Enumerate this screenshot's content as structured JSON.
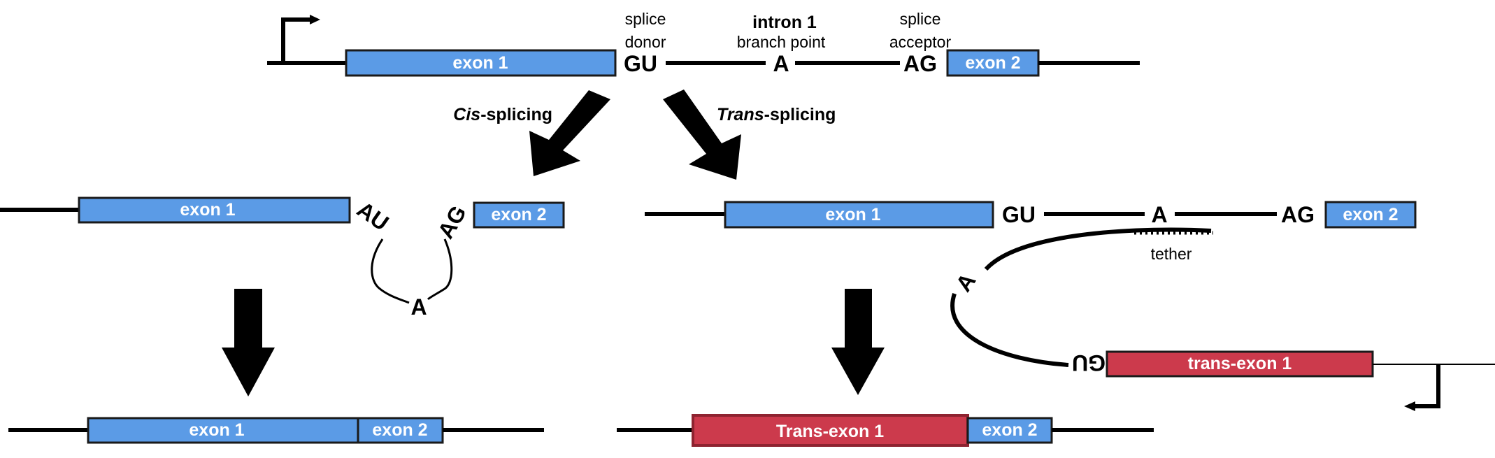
{
  "gene": {
    "exon1": "exon 1",
    "exon2": "exon 2",
    "donor_site": "GU",
    "branch_site": "A",
    "acceptor_site": "AG",
    "label_splice_donor_1": "splice",
    "label_splice_donor_2": "donor",
    "label_intron": "intron 1",
    "label_branch_point": "branch point",
    "label_splice_acceptor_1": "splice",
    "label_splice_acceptor_2": "acceptor"
  },
  "pathways": {
    "cis_em": "Cis",
    "cis_rest": "-splicing",
    "trans_em": "Trans",
    "trans_rest": "-splicing"
  },
  "cis": {
    "exon1": "exon 1",
    "exon2": "exon 2",
    "donor": "AU",
    "acceptor": "AG",
    "branch": "A",
    "product_exon1": "exon 1",
    "product_exon2": "exon 2"
  },
  "trans": {
    "exon1": "exon 1",
    "exon2": "exon 2",
    "donor": "GU",
    "branch": "A",
    "acceptor": "AG",
    "tether": "tether",
    "lariat_branch": "A",
    "trans_donor": "GU",
    "trans_exon": "trans-exon 1",
    "product_trans_exon": "Trans-exon 1",
    "product_exon2": "exon 2"
  }
}
